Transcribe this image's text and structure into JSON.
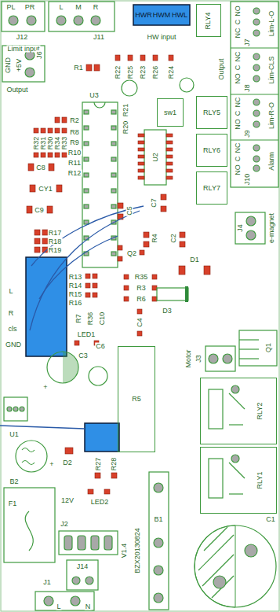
{
  "diagram": {
    "nodes": [
      {
        "text": [
          "RLY4"
        ]
      },
      {
        "text": [
          "sw1"
        ]
      },
      {
        "text": [
          "RLY5"
        ]
      },
      {
        "text": [
          "RLY6"
        ]
      },
      {
        "text": [
          "RLY7"
        ]
      },
      {
        "text": [
          "R5"
        ]
      },
      {
        "text": [
          "RLY2"
        ]
      },
      {
        "text": [
          "RLY1"
        ]
      }
    ],
    "labels": [
      "PL",
      "PR",
      "J12",
      "Limit input",
      "L",
      "M",
      "R",
      "J11",
      "HWR",
      "HWM",
      "HWL",
      "HW input",
      "NO",
      "C",
      "NC",
      "Lim-L-O",
      "J7",
      "NC",
      "C",
      "NO",
      "Lim-CLS",
      "J8",
      "NC",
      "C",
      "NO",
      "Lim-R-O",
      "J9",
      "NC",
      "C",
      "NO",
      "Alarm",
      "J10",
      "Output",
      "e-magnet",
      "J4",
      "GND",
      "+5V",
      "J6",
      "Output",
      "R1",
      "R22",
      "R25",
      "R23",
      "R26",
      "R24",
      "R21",
      "U3",
      "R20",
      "R2",
      "R32",
      "R31",
      "R30",
      "R34",
      "R33",
      "R8",
      "R9",
      "R10",
      "R11",
      "R12",
      "U2",
      "C8",
      "CY1",
      "C9",
      "C7",
      "C5",
      "R17",
      "R18",
      "R19",
      "R4",
      "C2",
      "Q2",
      "D1",
      "R13",
      "R14",
      "R15",
      "R16",
      "L",
      "R",
      "cls",
      "GND",
      "R35",
      "R3",
      "R6",
      "R7",
      "R36",
      "C10",
      "C4",
      "LED1",
      "D3",
      "Motor",
      "J3",
      "Q1",
      "C6",
      "C3",
      "+",
      "U1",
      "R27",
      "R28",
      "B2",
      "+",
      "D2",
      "12V",
      "LED2",
      "F1",
      "J2",
      "J14",
      "BZX20130824",
      "V1.4",
      "B1",
      "J1",
      "L",
      "N",
      "C1"
    ]
  }
}
